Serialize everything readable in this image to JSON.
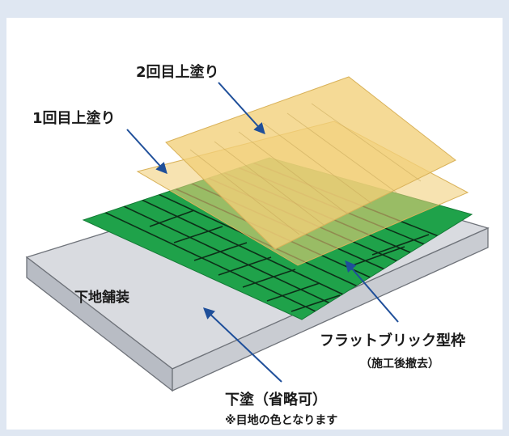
{
  "labels": {
    "second_top_coat": "2回目上塗り",
    "first_top_coat": "1回目上塗り",
    "base_pavement": "下地舗装",
    "brick_frame": "フラットブリック型枠",
    "brick_frame_note": "（施工後撤去）",
    "undercoat": "下塗（省略可）",
    "undercoat_note": "※目地の色となります"
  },
  "colors": {
    "background": "#dfe7f2",
    "slab_top": "#dcdde0",
    "slab_side": "#c8cbd1",
    "green_layer": "#1fa24a",
    "coat_yellow": "#f2cf78",
    "arrow": "#1f4f9a"
  }
}
